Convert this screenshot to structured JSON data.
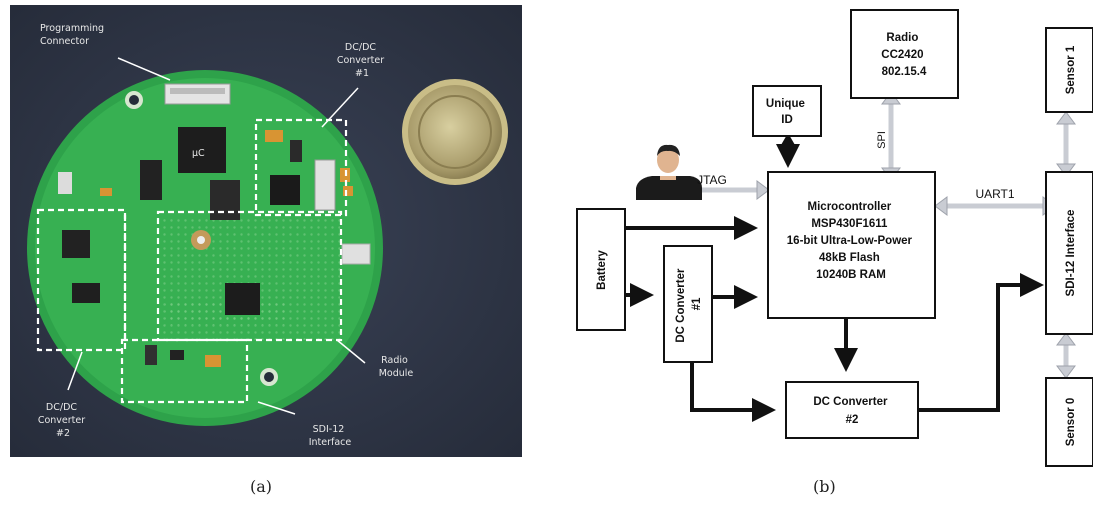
{
  "figure": {
    "panel_a": {
      "caption": "(a)",
      "labels": {
        "programming_connector": [
          "Programming",
          "Connector"
        ],
        "dcdc_converter_1": [
          "DC/DC",
          "Converter",
          "#1"
        ],
        "radio_module": [
          "Radio",
          "Module"
        ],
        "dcdc_converter_2": [
          "DC/DC",
          "Converter",
          "#2"
        ],
        "sdi12_interface": [
          "SDI-12",
          "Interface"
        ],
        "chip_mark": "μC"
      }
    },
    "panel_b": {
      "caption": "(b)",
      "blocks": {
        "radio": [
          "Radio",
          "CC2420",
          "802.15.4"
        ],
        "unique_id": [
          "Unique",
          "ID"
        ],
        "microcontroller": [
          "Microcontroller",
          "MSP430F1611",
          "16-bit Ultra-Low-Power",
          "48kB Flash",
          "10240B RAM"
        ],
        "battery": "Battery",
        "dc_converter_1": [
          "DC Converter",
          "#1"
        ],
        "dc_converter_2": [
          "DC Converter",
          "#2"
        ],
        "sdi12_interface": "SDI-12 Interface",
        "sensor_1": "Sensor 1",
        "sensor_0": "Sensor 0"
      },
      "links": {
        "jtag": "JTAG",
        "spi": "SPI",
        "uart": "UART1"
      }
    }
  }
}
